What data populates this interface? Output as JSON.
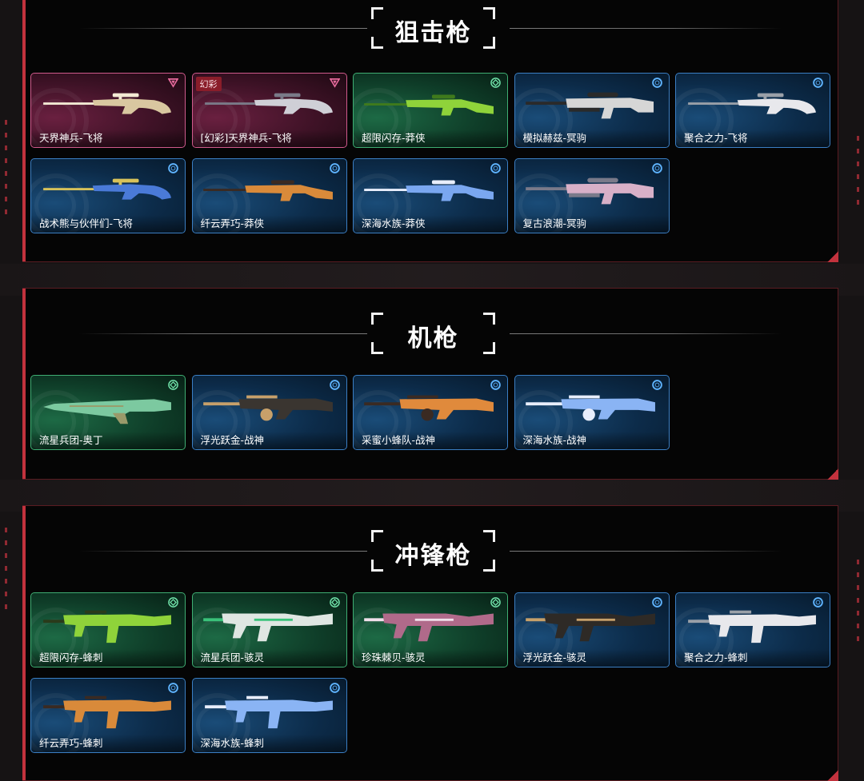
{
  "sections": [
    {
      "title": "狙击枪",
      "items": [
        {
          "name": "天界神兵-飞将",
          "tier": "triangle",
          "frame": "pink",
          "gun": "sniper",
          "c1": "#d9c7a0",
          "c2": "#f3ead4"
        },
        {
          "name": "[幻彩]天界神兵-飞将",
          "tier": "triangle",
          "frame": "pink",
          "tag": "幻彩",
          "gun": "sniper",
          "c1": "#cfcfd6",
          "c2": "#7a7a88"
        },
        {
          "name": "超限闪存-莽侠",
          "tier": "diamond",
          "frame": "green",
          "gun": "rifle",
          "c1": "#8fd33a",
          "c2": "#3f7a1c"
        },
        {
          "name": "模拟赫兹-冥驹",
          "tier": "circle",
          "frame": "blue",
          "gun": "heavy",
          "c1": "#d6d6d6",
          "c2": "#2a2a2a"
        },
        {
          "name": "聚合之力-飞将",
          "tier": "circle",
          "frame": "blue",
          "gun": "sniper",
          "c1": "#e8e8ec",
          "c2": "#9aa0a8"
        },
        {
          "name": "战术熊与伙伴们-飞将",
          "tier": "circle",
          "frame": "blue",
          "gun": "sniper",
          "c1": "#4a7ad8",
          "c2": "#d8c25a"
        },
        {
          "name": "纤云弄巧-莽侠",
          "tier": "circle",
          "frame": "blue",
          "gun": "rifle",
          "c1": "#d98a3a",
          "c2": "#3a2a22"
        },
        {
          "name": "深海水族-莽侠",
          "tier": "circle",
          "frame": "blue",
          "gun": "rifle",
          "c1": "#7aa7f0",
          "c2": "#e8eefc"
        },
        {
          "name": "复古浪潮-冥驹",
          "tier": "circle",
          "frame": "blue",
          "gun": "heavy",
          "c1": "#d8b0c8",
          "c2": "#7a7a8a"
        }
      ]
    },
    {
      "title": "机枪",
      "items": [
        {
          "name": "流星兵团-奥丁",
          "tier": "diamond",
          "frame": "green",
          "gun": "odin",
          "c1": "#7cc9a0",
          "c2": "#9a9a6a"
        },
        {
          "name": "浮光跃金-战神",
          "tier": "circle",
          "frame": "blue",
          "gun": "ares",
          "c1": "#3a3530",
          "c2": "#c7a06a"
        },
        {
          "name": "采蜜小蜂队-战神",
          "tier": "circle",
          "frame": "blue",
          "gun": "ares",
          "c1": "#e08a3c",
          "c2": "#3a2a22"
        },
        {
          "name": "深海水族-战神",
          "tier": "circle",
          "frame": "blue",
          "gun": "ares",
          "c1": "#8ab4f4",
          "c2": "#e8eefc"
        }
      ]
    },
    {
      "title": "冲锋枪",
      "items": [
        {
          "name": "超限闪存-蜂刺",
          "tier": "diamond",
          "frame": "green",
          "gun": "smg",
          "c1": "#8fd33a",
          "c2": "#2a3a1a"
        },
        {
          "name": "流星兵团-骇灵",
          "tier": "diamond",
          "frame": "green",
          "gun": "spectre",
          "c1": "#dfe6e2",
          "c2": "#3ac27a"
        },
        {
          "name": "珍珠棘贝-骇灵",
          "tier": "diamond",
          "frame": "green",
          "gun": "spectre",
          "c1": "#b06a8a",
          "c2": "#f0e0ea"
        },
        {
          "name": "浮光跃金-骇灵",
          "tier": "circle",
          "frame": "blue",
          "gun": "spectre",
          "c1": "#2e2a26",
          "c2": "#c7a06a"
        },
        {
          "name": "聚合之力-蜂刺",
          "tier": "circle",
          "frame": "blue",
          "gun": "smg",
          "c1": "#e8e8ec",
          "c2": "#9aa0a8"
        },
        {
          "name": "纤云弄巧-蜂刺",
          "tier": "circle",
          "frame": "blue",
          "gun": "smg",
          "c1": "#d98a3a",
          "c2": "#3a2a22"
        },
        {
          "name": "深海水族-蜂刺",
          "tier": "circle",
          "frame": "blue",
          "gun": "smg",
          "c1": "#8ab4f4",
          "c2": "#e8eefc"
        }
      ]
    }
  ],
  "colors": {
    "accent_red": "#c2323d",
    "frame_blue": "#3b7fc4",
    "frame_green": "#3fae73",
    "frame_pink": "#d05a8c"
  }
}
